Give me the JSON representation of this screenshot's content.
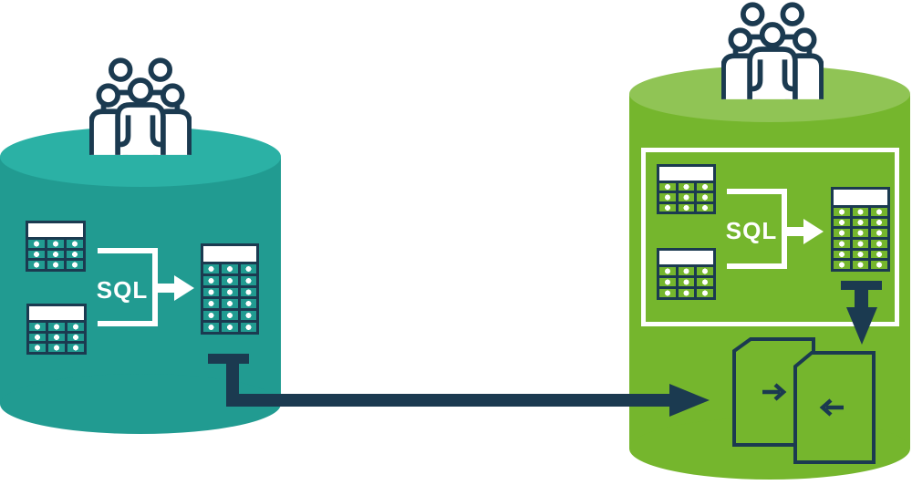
{
  "labels": {
    "sql_transform_left": "SQL",
    "sql_transform_right": "SQL"
  },
  "colors": {
    "navy": "#1B3A50",
    "teal_top": "#2BB1A5",
    "teal_body": "#219B91",
    "green_top": "#90C455",
    "green_body": "#75B62D",
    "white": "#FFFFFF"
  },
  "icons": {
    "left_people": "user-group-icon",
    "right_people": "user-group-icon",
    "left_documents": [
      "document-export-icon",
      "document-import-icon"
    ]
  },
  "tables": {
    "left_source_a": {
      "rows": 3,
      "cols": 3,
      "cell": "#219B91"
    },
    "left_source_b": {
      "rows": 3,
      "cols": 3,
      "cell": "#219B91"
    },
    "left_result": {
      "rows": 6,
      "cols": 3,
      "cell": "#219B91"
    },
    "right_source_a": {
      "rows": 3,
      "cols": 3,
      "cell": "#75B62D"
    },
    "right_source_b": {
      "rows": 3,
      "cols": 3,
      "cell": "#75B62D"
    },
    "right_result": {
      "rows": 6,
      "cols": 3,
      "cell": "#75B62D"
    }
  }
}
